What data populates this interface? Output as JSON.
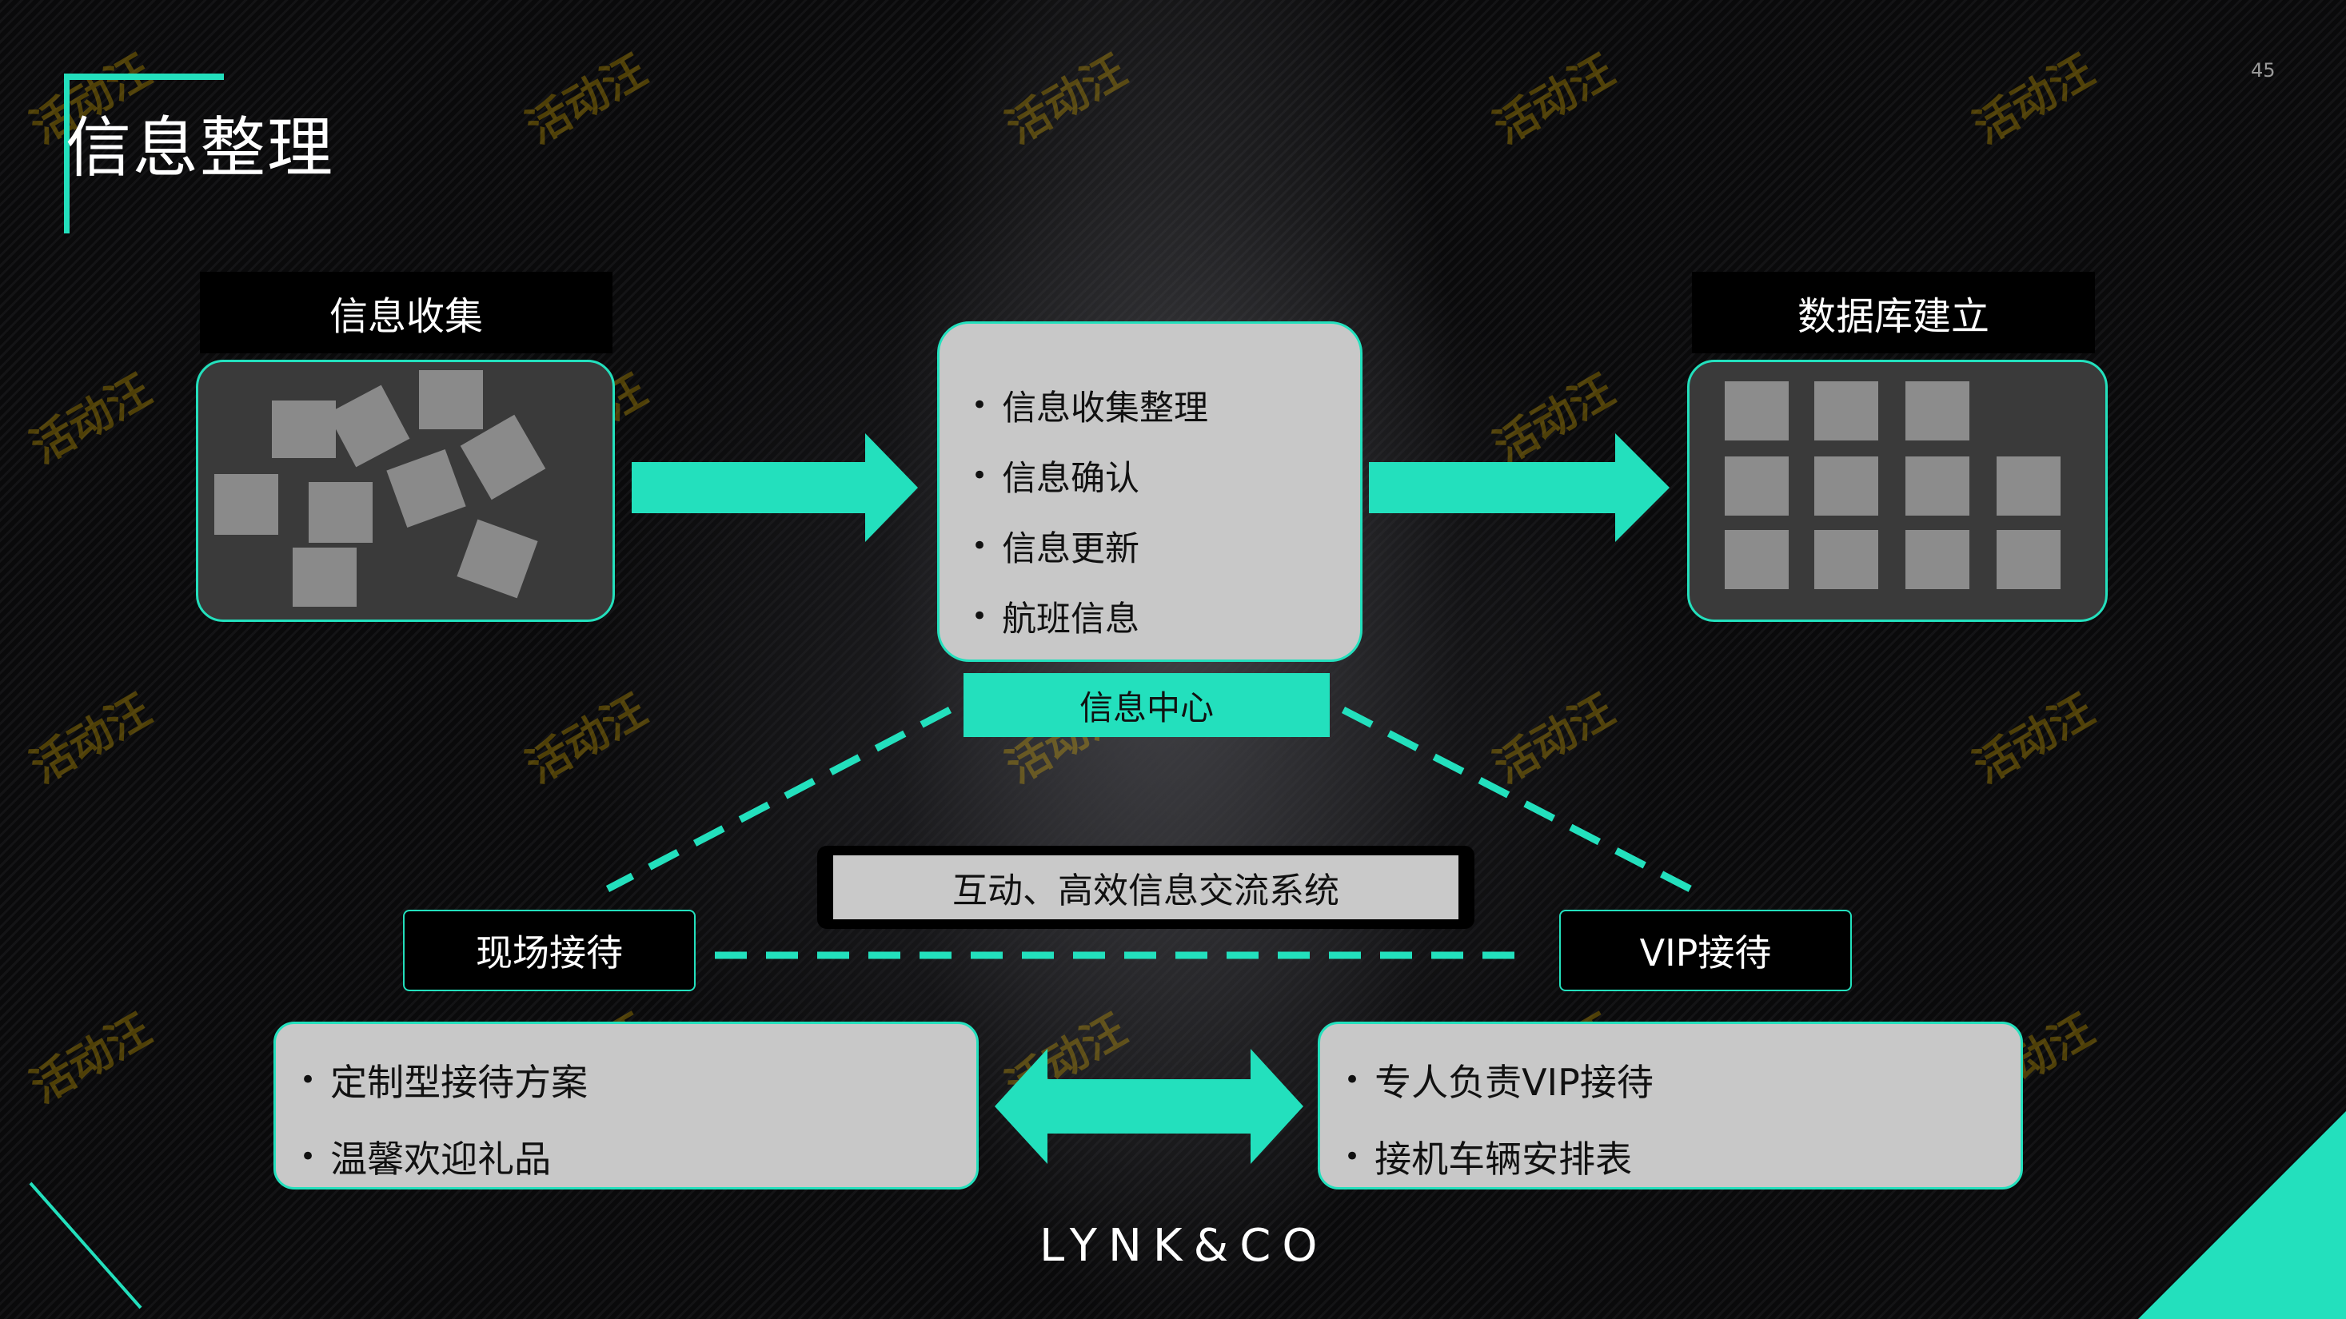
{
  "title": "信息整理",
  "page_number": "45",
  "collect": {
    "header": "信息收集"
  },
  "database": {
    "header": "数据库建立"
  },
  "center": {
    "items": [
      "信息收集整理",
      "信息确认",
      "信息更新",
      "航班信息"
    ],
    "label": "信息中心"
  },
  "system": {
    "label": "互动、高效信息交流系统"
  },
  "onsite": {
    "tag": "现场接待",
    "items": [
      "定制型接待方案",
      "温馨欢迎礼品"
    ]
  },
  "vip": {
    "tag": "VIP接待",
    "items": [
      "专人负责VIP接待",
      "接机车辆安排表"
    ]
  },
  "logo": "LYNK&CO",
  "watermark": "活动汪",
  "colors": {
    "accent": "#23e0bd",
    "panel": "#c8c8c8"
  }
}
